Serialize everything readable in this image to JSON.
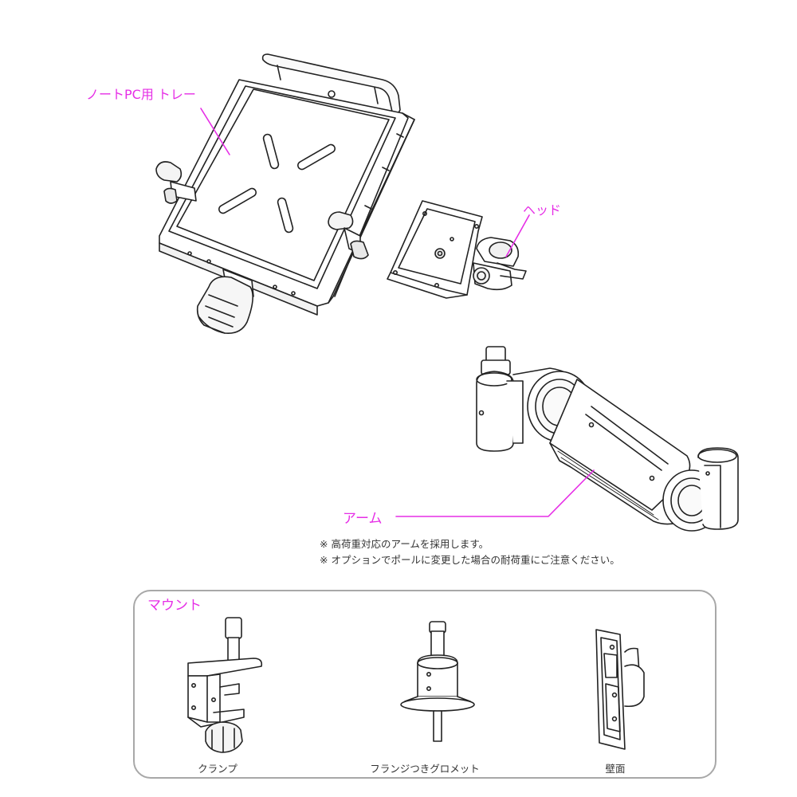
{
  "callouts": {
    "tray": "ノートPC用 トレー",
    "head": "ヘッド",
    "arm": "アーム"
  },
  "notes": [
    "※ 高荷重対応のアームを採用します。",
    "※ オプションでポールに変更した場合の耐荷重にご注意ください。"
  ],
  "mount": {
    "title": "マウント",
    "items": [
      {
        "label": "クランプ"
      },
      {
        "label": "フランジつきグロメット"
      },
      {
        "label": "壁面"
      }
    ]
  },
  "colors": {
    "callout": "#e62ee6",
    "line_art": "#222222",
    "panel_border": "#a8a8a8"
  }
}
